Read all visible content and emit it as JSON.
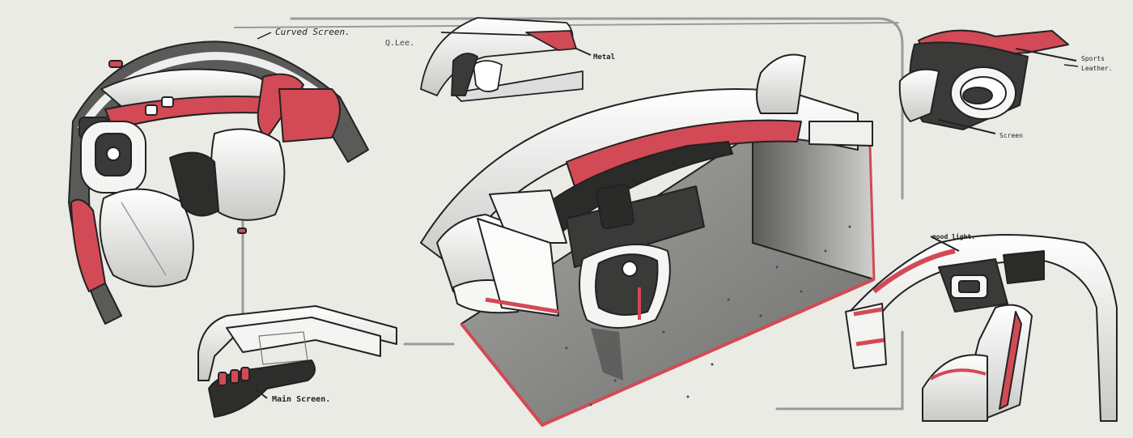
{
  "annotations": {
    "curved_screen": "Curved Screen.",
    "signature": "Q.Lee.",
    "metal": "Metal",
    "sports_leather_line1": "Sports",
    "sports_leather_line2": "Leather.",
    "screen": "Screen",
    "mood_light": "mood light.",
    "main_screen": "Main Screen."
  },
  "colors": {
    "paper": "#ebebe6",
    "accent_red": "#d24a55",
    "ink": "#222222",
    "shell_white": "#f7f7f5",
    "mid_grey": "#8c8c8c",
    "dark_grey": "#3a3a3a",
    "floor": "#8a8a88"
  }
}
